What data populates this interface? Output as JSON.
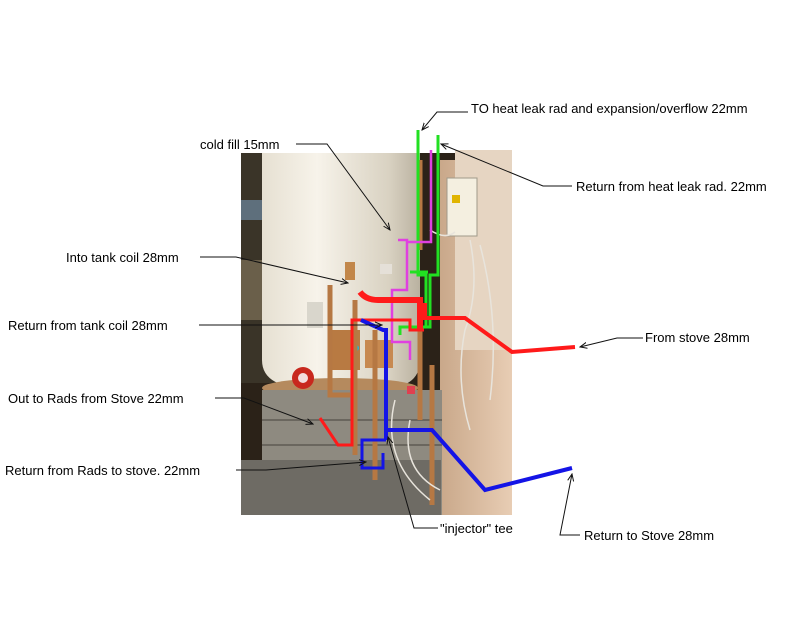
{
  "labels": {
    "to_heat_leak": "TO heat leak rad and expansion/overflow 22mm",
    "cold_fill": "cold fill 15mm",
    "return_heat_leak": "Return from heat leak rad. 22mm",
    "into_tank_coil": "Into tank coil 28mm",
    "return_tank_coil": "Return from tank coil 28mm",
    "from_stove": "From stove 28mm",
    "out_to_rads": "Out to Rads from Stove 22mm",
    "return_rads": "Return from Rads to stove. 22mm",
    "injector_tee": "\"injector\" tee",
    "return_to_stove": "Return to Stove 28mm"
  },
  "colors": {
    "flow_hot": "#ff1a1a",
    "return_cold": "#1414e6",
    "heat_leak": "#22e022",
    "cold_fill": "#e040e0",
    "leader": "#111111"
  }
}
